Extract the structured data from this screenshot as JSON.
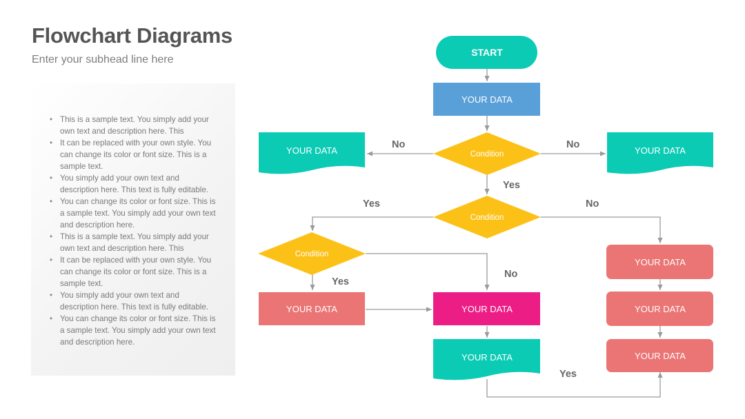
{
  "header": {
    "title": "Flowchart Diagrams",
    "subtitle": "Enter your subhead line here"
  },
  "text_panel": {
    "bullets": [
      "This is a sample text. You simply add your own text and description here. This",
      "It can be replaced with your own style. You can change its color or font size. This is a sample text.",
      "You simply add your own text and description here. This text is fully editable.",
      "You can change its color or font size. This is a sample text. You simply add your own text and description here.",
      "This is a sample text. You simply add your own text and description here. This",
      "It can be replaced with your own style. You can change its color or font size. This is a sample text.",
      "You simply add your own text and description here. This text is fully editable.",
      "You can change its color or font size. This is a sample text. You simply add your own text and description here."
    ]
  },
  "colors": {
    "teal": "#0ccbb5",
    "blue": "#5aa0d8",
    "yellow": "#fcc117",
    "salmon": "#eb7474",
    "magenta": "#ed1d86",
    "connector": "#9a9a9a",
    "edge_label": "#666666"
  },
  "flowchart": {
    "start": "START",
    "data_label": "YOUR DATA",
    "condition_label": "Condition",
    "yes": "Yes",
    "no": "No"
  }
}
